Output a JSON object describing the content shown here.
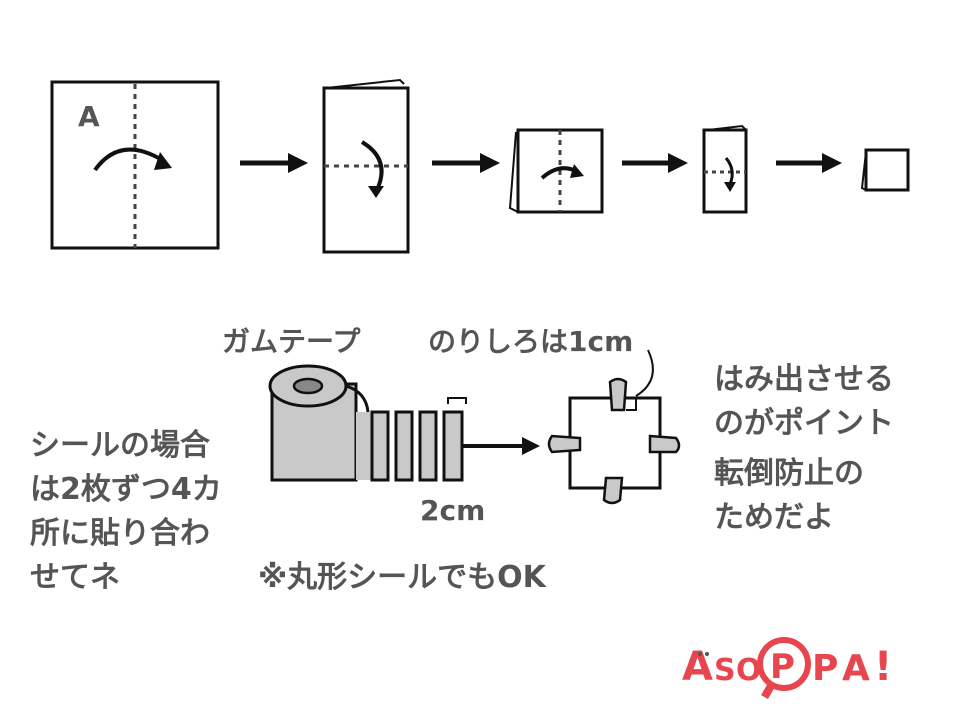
{
  "steps": {
    "first_label": "A"
  },
  "tape": {
    "title": "ガムテープ",
    "margin_note": "のりしろは1cm",
    "width_label": "2cm"
  },
  "seal_note": {
    "lines": [
      "シールの場合",
      "は2枚ずつ4カ",
      "所に貼り合わ",
      "せてネ"
    ]
  },
  "round_seal_note": "※丸形シールでもOK",
  "tip": {
    "lines": [
      "はみ出させる",
      "のがポイント"
    ]
  },
  "purpose": {
    "lines": [
      "転倒防止の",
      "ためだよ"
    ]
  },
  "logo": {
    "text": "ASOPPA!",
    "color": "#e8464e"
  },
  "colors": {
    "text": "#555555",
    "line": "#111111",
    "tape_fill": "#c9c9c9",
    "logo": "#e8464e"
  }
}
